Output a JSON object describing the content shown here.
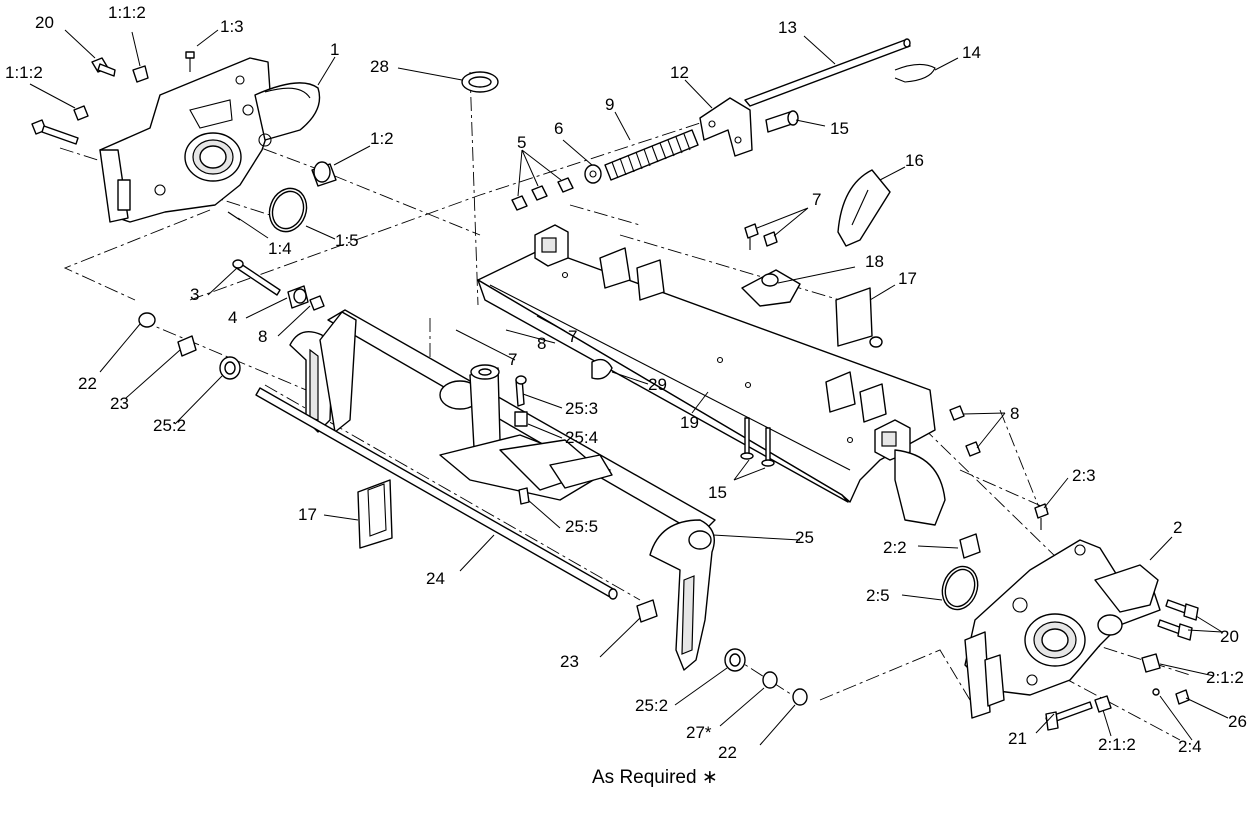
{
  "callouts": {
    "c_20a": "20",
    "c_112a": "1:1:2",
    "c_13": "1:3",
    "c_112b": "1:1:2",
    "c_1": "1",
    "c_28": "28",
    "c_13b": "13",
    "c_14": "14",
    "c_12": "12",
    "c_9": "9",
    "c_15a": "15",
    "c_12b": "1:2",
    "c_5": "5",
    "c_6": "6",
    "c_16": "16",
    "c_14b": "1:4",
    "c_15b": "1:5",
    "c_7a": "7",
    "c_18": "18",
    "c_17a": "17",
    "c_3": "3",
    "c_4": "4",
    "c_8a": "8",
    "c_8b": "8",
    "c_7b": "7",
    "c_7c": "7",
    "c_22a": "22",
    "c_23a": "23",
    "c_252a": "25:2",
    "c_29": "29",
    "c_253": "25:3",
    "c_254": "25:4",
    "c_19": "19",
    "c_8c": "8",
    "c_15c": "15",
    "c_23b": "2:3",
    "c_17b": "17",
    "c_255": "25:5",
    "c_25": "25",
    "c_2": "2",
    "c_22b": "2:2",
    "c_24": "24",
    "c_25b": "2:5",
    "c_20b": "20",
    "c_212a": "2:1:2",
    "c_23c": "23",
    "c_252b": "25:2",
    "c_27": "27*",
    "c_22c": "22",
    "c_26": "26",
    "c_21": "21",
    "c_212b": "2:1:2",
    "c_24b": "2:4"
  },
  "footnote": "As Required ∗"
}
